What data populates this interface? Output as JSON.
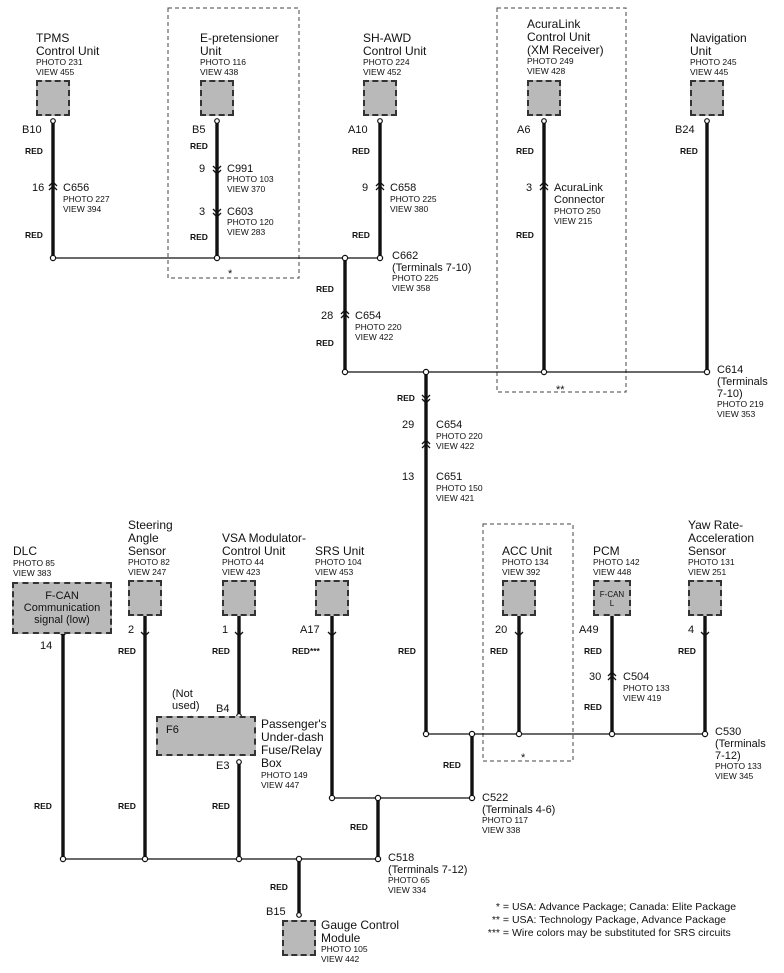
{
  "components": {
    "tpms": {
      "name": [
        "TPMS",
        "Control Unit"
      ],
      "photo": "PHOTO 231",
      "view": "VIEW 455",
      "pin": "B10",
      "wire": "RED"
    },
    "epret": {
      "name": [
        "E-pretensioner",
        "Unit"
      ],
      "photo": "PHOTO 116",
      "view": "VIEW 438",
      "pin": "B5",
      "wire": "RED"
    },
    "shawd": {
      "name": [
        "SH-AWD",
        "Control Unit"
      ],
      "photo": "PHOTO 224",
      "view": "VIEW 452",
      "pin": "A10",
      "wire": "RED"
    },
    "acuralink": {
      "name": [
        "AcuraLink",
        "Control Unit",
        "(XM Receiver)"
      ],
      "photo": "PHOTO 249",
      "view": "VIEW 428",
      "pin": "A6",
      "wire": "RED"
    },
    "nav": {
      "name": [
        "Navigation",
        "Unit"
      ],
      "photo": "PHOTO 245",
      "view": "VIEW 445",
      "pin": "B24",
      "wire": "RED"
    },
    "dlc": {
      "name": [
        "DLC"
      ],
      "photo": "PHOTO 85",
      "view": "VIEW 383",
      "inner": [
        "F-CAN",
        "Communication",
        "signal (low)"
      ],
      "pin": "14",
      "wire": "RED"
    },
    "steer": {
      "name": [
        "Steering",
        "Angle",
        "Sensor"
      ],
      "photo": "PHOTO 82",
      "view": "VIEW 247",
      "pin": "2",
      "wire": "RED"
    },
    "vsa": {
      "name": [
        "VSA Modulator-",
        "Control Unit"
      ],
      "photo": "PHOTO 44",
      "view": "VIEW 423",
      "pin": "1",
      "wire": "RED"
    },
    "srs": {
      "name": [
        "SRS Unit"
      ],
      "photo": "PHOTO 104",
      "view": "VIEW 453",
      "pin": "A17",
      "wire": "RED***"
    },
    "acc": {
      "name": [
        "ACC Unit"
      ],
      "photo": "PHOTO 134",
      "view": "VIEW 392",
      "pin": "20",
      "wire": "RED"
    },
    "pcm": {
      "name": [
        "PCM"
      ],
      "photo": "PHOTO 142",
      "view": "VIEW 448",
      "inner": [
        "F-CAN",
        "L"
      ],
      "pin": "A49",
      "wire": "RED"
    },
    "yaw": {
      "name": [
        "Yaw Rate-",
        "Acceleration",
        "Sensor"
      ],
      "photo": "PHOTO 131",
      "view": "VIEW 251",
      "pin": "4",
      "wire": "RED"
    },
    "gauge": {
      "name": [
        "Gauge Control",
        "Module"
      ],
      "photo": "PHOTO 105",
      "view": "VIEW 442",
      "pin": "B15",
      "wire": "RED"
    },
    "fusebox": {
      "name": [
        "Passenger's",
        "Under-dash",
        "Fuse/Relay",
        "Box"
      ],
      "photo": "PHOTO 149",
      "view": "VIEW 447",
      "pin_in": "B4",
      "pin_out": "E3",
      "inner": "F6",
      "not_used": [
        "(Not",
        "used)"
      ]
    }
  },
  "connectors": {
    "c656": {
      "num": "16",
      "name": "C656",
      "photo": "PHOTO 227",
      "view": "VIEW 394"
    },
    "c991": {
      "num": "9",
      "name": "C991",
      "photo": "PHOTO 103",
      "view": "VIEW 370"
    },
    "c603": {
      "num": "3",
      "name": "C603",
      "photo": "PHOTO 120",
      "view": "VIEW 283"
    },
    "c658": {
      "num": "9",
      "name": "C658",
      "photo": "PHOTO 225",
      "view": "VIEW 380"
    },
    "al_conn": {
      "num": "3",
      "name": [
        "AcuraLink",
        "Connector"
      ],
      "photo": "PHOTO 250",
      "view": "VIEW 215"
    },
    "c654a": {
      "num": "28",
      "name": "C654",
      "photo": "PHOTO 220",
      "view": "VIEW 422"
    },
    "c654b": {
      "num": "29",
      "name": "C654",
      "photo": "PHOTO 220",
      "view": "VIEW 422"
    },
    "c651": {
      "num": "13",
      "name": "C651",
      "photo": "PHOTO 150",
      "view": "VIEW 421"
    },
    "c504": {
      "num": "30",
      "name": "C504",
      "photo": "PHOTO 133",
      "view": "VIEW 419"
    }
  },
  "junctions": {
    "c662": {
      "name": "C662",
      "terms": "(Terminals 7-10)",
      "photo": "PHOTO 225",
      "view": "VIEW 358"
    },
    "c614": {
      "name": "C614",
      "terms": [
        "(Terminals",
        "7-10)"
      ],
      "photo": "PHOTO 219",
      "view": "VIEW 353"
    },
    "c530": {
      "name": "C530",
      "terms": [
        "(Terminals",
        "7-12)"
      ],
      "photo": "PHOTO 133",
      "view": "VIEW 345"
    },
    "c522": {
      "name": "C522",
      "terms": "(Terminals 4-6)",
      "photo": "PHOTO 117",
      "view": "VIEW 338"
    },
    "c518": {
      "name": "C518",
      "terms": "(Terminals 7-12)",
      "photo": "PHOTO 65",
      "view": "VIEW 334"
    }
  },
  "wire_color": "RED",
  "group_marks": {
    "one": "*",
    "two": "**"
  },
  "notes": [
    {
      "mark": "*",
      "text": "USA: Advance Package; Canada: Elite Package"
    },
    {
      "mark": "**",
      "text": "USA: Technology Package, Advance Package"
    },
    {
      "mark": "***",
      "text": "Wire colors may be substituted for SRS circuits"
    }
  ]
}
